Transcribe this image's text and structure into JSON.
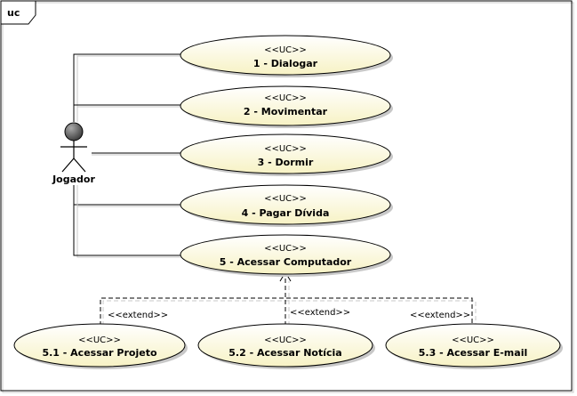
{
  "frame": {
    "tag": "uc"
  },
  "actor": {
    "name": "Jogador"
  },
  "use_cases": [
    {
      "id": "uc1",
      "stereotype": "<<UC>>",
      "name": "1 - Dialogar"
    },
    {
      "id": "uc2",
      "stereotype": "<<UC>>",
      "name": "2 - Movimentar"
    },
    {
      "id": "uc3",
      "stereotype": "<<UC>>",
      "name": "3 - Dormir"
    },
    {
      "id": "uc4",
      "stereotype": "<<UC>>",
      "name": "4 - Pagar Dívida"
    },
    {
      "id": "uc5",
      "stereotype": "<<UC>>",
      "name": "5 - Acessar Computador"
    },
    {
      "id": "uc51",
      "stereotype": "<<UC>>",
      "name": "5.1 - Acessar Projeto"
    },
    {
      "id": "uc52",
      "stereotype": "<<UC>>",
      "name": "5.2 - Acessar Notícia"
    },
    {
      "id": "uc53",
      "stereotype": "<<UC>>",
      "name": "5.3 - Acessar E-mail"
    }
  ],
  "extends": [
    {
      "from": "uc51",
      "to": "uc5",
      "label": "<<extend>>"
    },
    {
      "from": "uc52",
      "to": "uc5",
      "label": "<<extend>>"
    },
    {
      "from": "uc53",
      "to": "uc5",
      "label": "<<extend>>"
    }
  ],
  "colors": {
    "ellipse_fill_top": "#ffffff",
    "ellipse_fill_bottom": "#f7f2c4",
    "stroke": "#000000",
    "shadow": "#c8c8c8",
    "actor_head": "#555555"
  }
}
